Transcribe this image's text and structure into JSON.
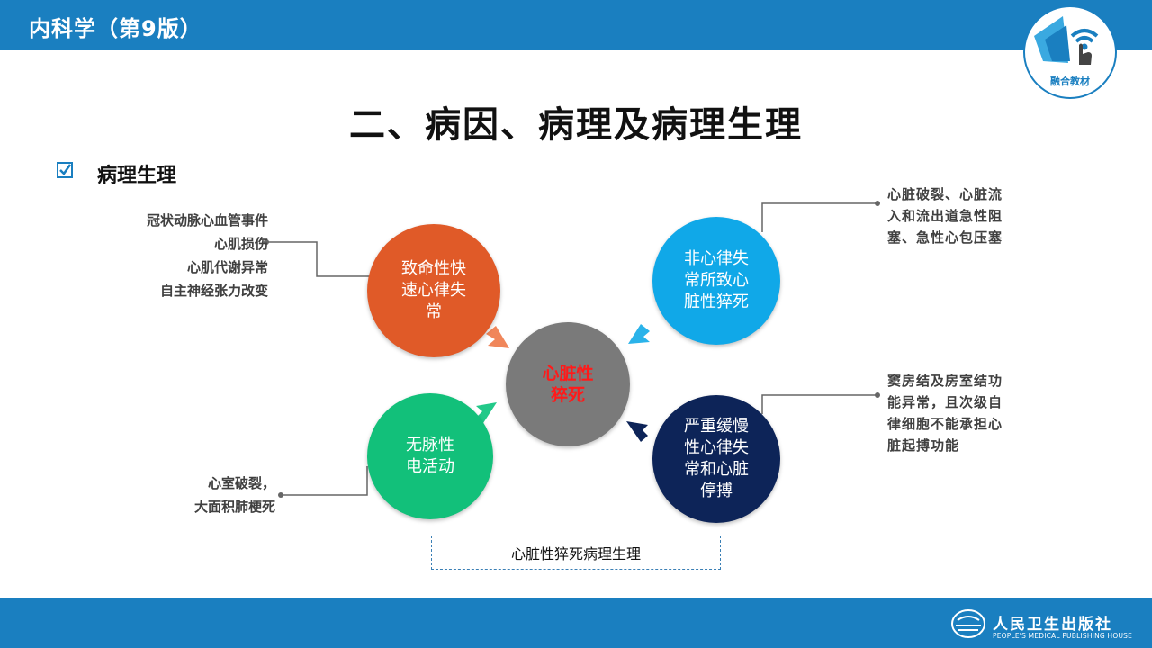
{
  "header": {
    "title": "内科学（第9版）",
    "badge_text": "融合教材"
  },
  "slide": {
    "title": "二、病因、病理及病理生理",
    "section": "病理生理",
    "center": "心脏性\n猝死",
    "nodes": {
      "top_left": "致命性快\n速心律失\n常",
      "top_right": "非心律失\n常所致心\n脏性猝死",
      "bottom_left": "无脉性\n电活动",
      "bottom_right": "严重缓慢\n性心律失\n常和心脏\n停搏"
    },
    "causes": {
      "top_left": [
        "冠状动脉心血管事件",
        "心肌损伤",
        "心肌代谢异常",
        "自主神经张力改变"
      ],
      "bottom_left": [
        "心室破裂，",
        "大面积肺梗死"
      ],
      "top_right": [
        "心脏破裂、心脏流",
        "入和流出道急性阻",
        "塞、急性心包压塞"
      ],
      "bottom_right": [
        "窦房结及房室结功",
        "能异常，且次级自",
        "律细胞不能承担心",
        "脏起搏功能"
      ]
    },
    "caption": "心脏性猝死病理生理"
  },
  "footer": {
    "publisher": "人民卫生出版社",
    "publisher_en": "PEOPLE'S MEDICAL PUBLISHING HOUSE"
  },
  "colors": {
    "brand_blue": "#1a7fc0",
    "orange": "#e05a28",
    "sky": "#10a8e8",
    "green": "#12c07a",
    "navy": "#0d2458",
    "gray": "#7a7a7a",
    "center_text": "#ff1a1a"
  },
  "icons": {
    "checkbox": "checkbox-checked-icon",
    "badge": "touch-wifi-icon",
    "publisher_logo": "pmph-logo-icon"
  }
}
